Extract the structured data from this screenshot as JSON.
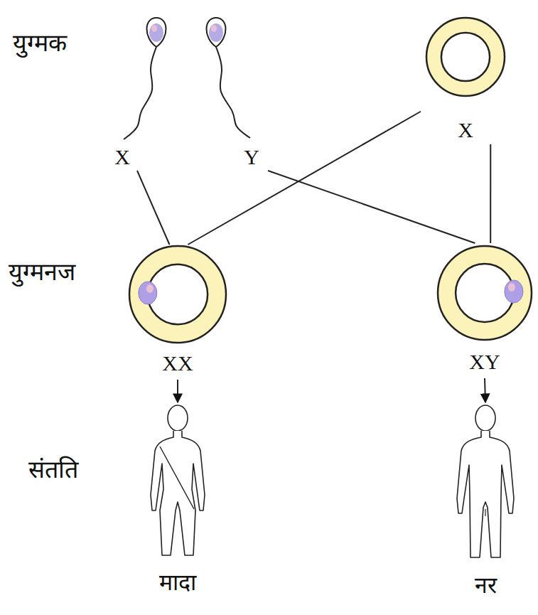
{
  "diagram": {
    "nodes": [
      {
        "text": [
          "X"
        ]
      },
      {
        "text": [
          "Y"
        ]
      },
      {
        "text": [
          "X"
        ]
      },
      {
        "text": [
          "XX"
        ]
      },
      {
        "text": [
          "XY"
        ]
      },
      {
        "text": [
          "मादा"
        ]
      },
      {
        "text": [
          "नर"
        ]
      }
    ],
    "edges": [
      {
        "from": 0,
        "to": 3,
        "arrow": "none"
      },
      {
        "from": 2,
        "to": 3,
        "arrow": "none"
      },
      {
        "from": 1,
        "to": 4,
        "arrow": "none"
      },
      {
        "from": 2,
        "to": 4,
        "arrow": "none"
      },
      {
        "from": 3,
        "to": 5,
        "arrow": "to"
      },
      {
        "from": 4,
        "to": 6,
        "arrow": "to"
      }
    ],
    "labels": [
      "युग्मक",
      "युग्मनज",
      "संतति"
    ]
  }
}
